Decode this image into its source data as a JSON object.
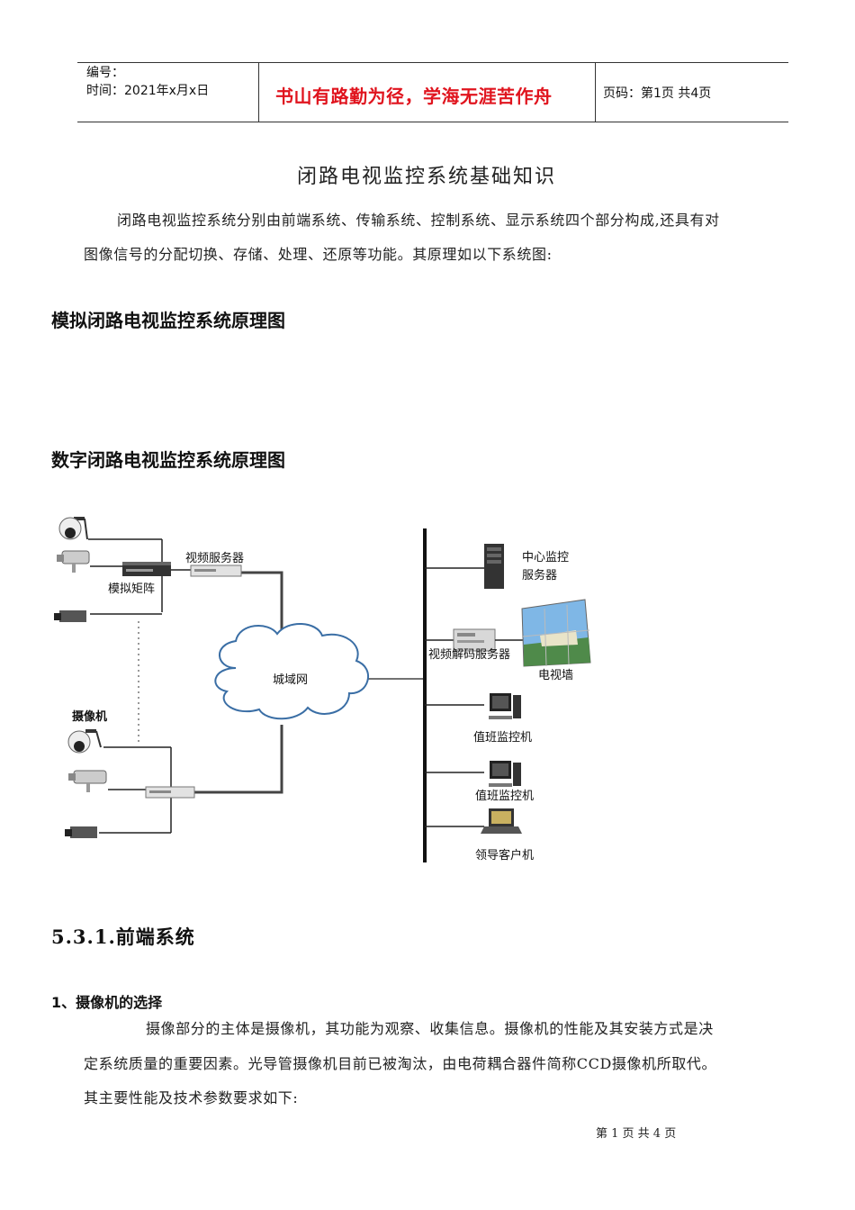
{
  "header": {
    "number_label": "编号：",
    "time_label": "时间：2021年x月x日",
    "motto": "书山有路勤为径，学海无涯苦作舟",
    "page_label": "页码：第1页  共4页"
  },
  "title": "闭路电视监控系统基础知识",
  "intro": {
    "line1": "闭路电视监控系统分别由前端系统、传输系统、控制系统、显示系统四个部分构成,还具有对",
    "line2": "图像信号的分配切换、存储、处理、还原等功能。其原理如以下系统图:"
  },
  "heading_analog": "模拟闭路电视监控系统原理图",
  "heading_digital": "数字闭路电视监控系统原理图",
  "diagram": {
    "video_server": "视频服务器",
    "analog_matrix": "模拟矩阵",
    "camera": "摄像机",
    "wan": "城域网",
    "center_server_line1": "中心监控",
    "center_server_line2": "服务器",
    "decoder_server": "视频解码服务器",
    "video_wall": "电视墙",
    "duty_pc_1": "值班监控机",
    "duty_pc_2": "值班监控机",
    "leader_client": "领导客户机"
  },
  "section_531": "5.3.1.前端系统",
  "sub_1": "1、摄像机的选择",
  "body": {
    "line1": "摄像部分的主体是摄像机，其功能为观察、收集信息。摄像机的性能及其安装方式是决",
    "line2": "定系统质量的重要因素。光导管摄像机目前已被淘汰，由电荷耦合器件简称CCD摄像机所取代。",
    "line3": "其主要性能及技术参数要求如下:"
  },
  "footer": "第 1 页 共 4 页"
}
